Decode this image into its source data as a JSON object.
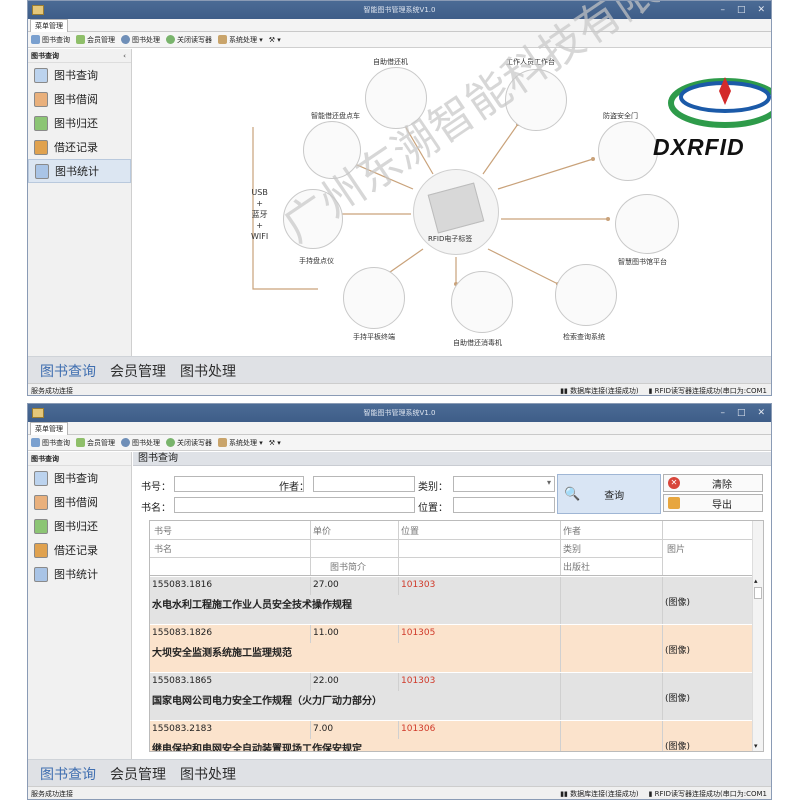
{
  "app": {
    "title": "智能图书管理系统V1.0",
    "window_buttons": [
      "–",
      "□",
      "✕"
    ],
    "menu_tab": "菜单管理",
    "toolbar": [
      "图书查询",
      "会员管理",
      "图书处理",
      "关闭读写器",
      "系统处理 ▾",
      "⚒ ▾"
    ],
    "sidebar_header": "图书查询",
    "sidebar_items": [
      "图书查询",
      "图书借阅",
      "图书归还",
      "借还记录",
      "图书统计"
    ],
    "bottom_tabs": [
      "图书查询",
      "会员管理",
      "图书处理"
    ],
    "status_left": "服务成功连接",
    "status_db": "数据库连接(连接成功)",
    "status_rfid": "RFID读写器连接成功(串口为:COM1"
  },
  "diagram": {
    "center": "RFID电子标签",
    "nodes": [
      "自助借还机",
      "工作人员工作台",
      "防盗安全门",
      "智慧图书馆平台",
      "检索查询系统",
      "自助借还消毒机",
      "手持平板终端",
      "手持盘点仪",
      "智能借还盘点车"
    ],
    "connectivity": [
      "USB",
      "+",
      "蓝牙",
      "+",
      "WIFI"
    ],
    "logo": "DXRFID",
    "watermark": "广州东溯智能科技有限公司"
  },
  "query": {
    "panel_title": "图书查询",
    "labels": {
      "book_no": "书号：",
      "author": "作者：",
      "category": "类别：",
      "book_name": "书名：",
      "location": "位置："
    },
    "buttons": {
      "query": "查询",
      "clear": "清除",
      "export": "导出"
    },
    "headers": {
      "book_no": "书号",
      "price": "单价",
      "location": "位置",
      "author": "作者",
      "book_name": "书名",
      "category": "类别",
      "summary": "图书简介",
      "publisher": "出版社",
      "image": "图片"
    },
    "rows": [
      {
        "book_no": "155083.1816",
        "price": "27.00",
        "location": "101303",
        "name": "水电水利工程施工作业人员安全技术操作规程",
        "image": "(图像)",
        "highlight": false
      },
      {
        "book_no": "155083.1826",
        "price": "11.00",
        "location": "101305",
        "name": "大坝安全监测系统施工监理规范",
        "image": "(图像)",
        "highlight": true
      },
      {
        "book_no": "155083.1865",
        "price": "22.00",
        "location": "101303",
        "name": "国家电网公司电力安全工作规程（火力厂动力部分）",
        "image": "(图像)",
        "highlight": false
      },
      {
        "book_no": "155083.2183",
        "price": "7.00",
        "location": "101306",
        "name": "继电保护和电网安全自动装置现场工作保安规定",
        "image": "(图像)",
        "highlight": true
      }
    ]
  },
  "colors": {
    "titlebar": "#4b6b95",
    "tab_selected": "#3f6eb0",
    "row_gray": "#e3e3e3",
    "row_orange": "#fbe3cc",
    "location_red": "#d03a2a",
    "arrow": "#c9a27a"
  }
}
